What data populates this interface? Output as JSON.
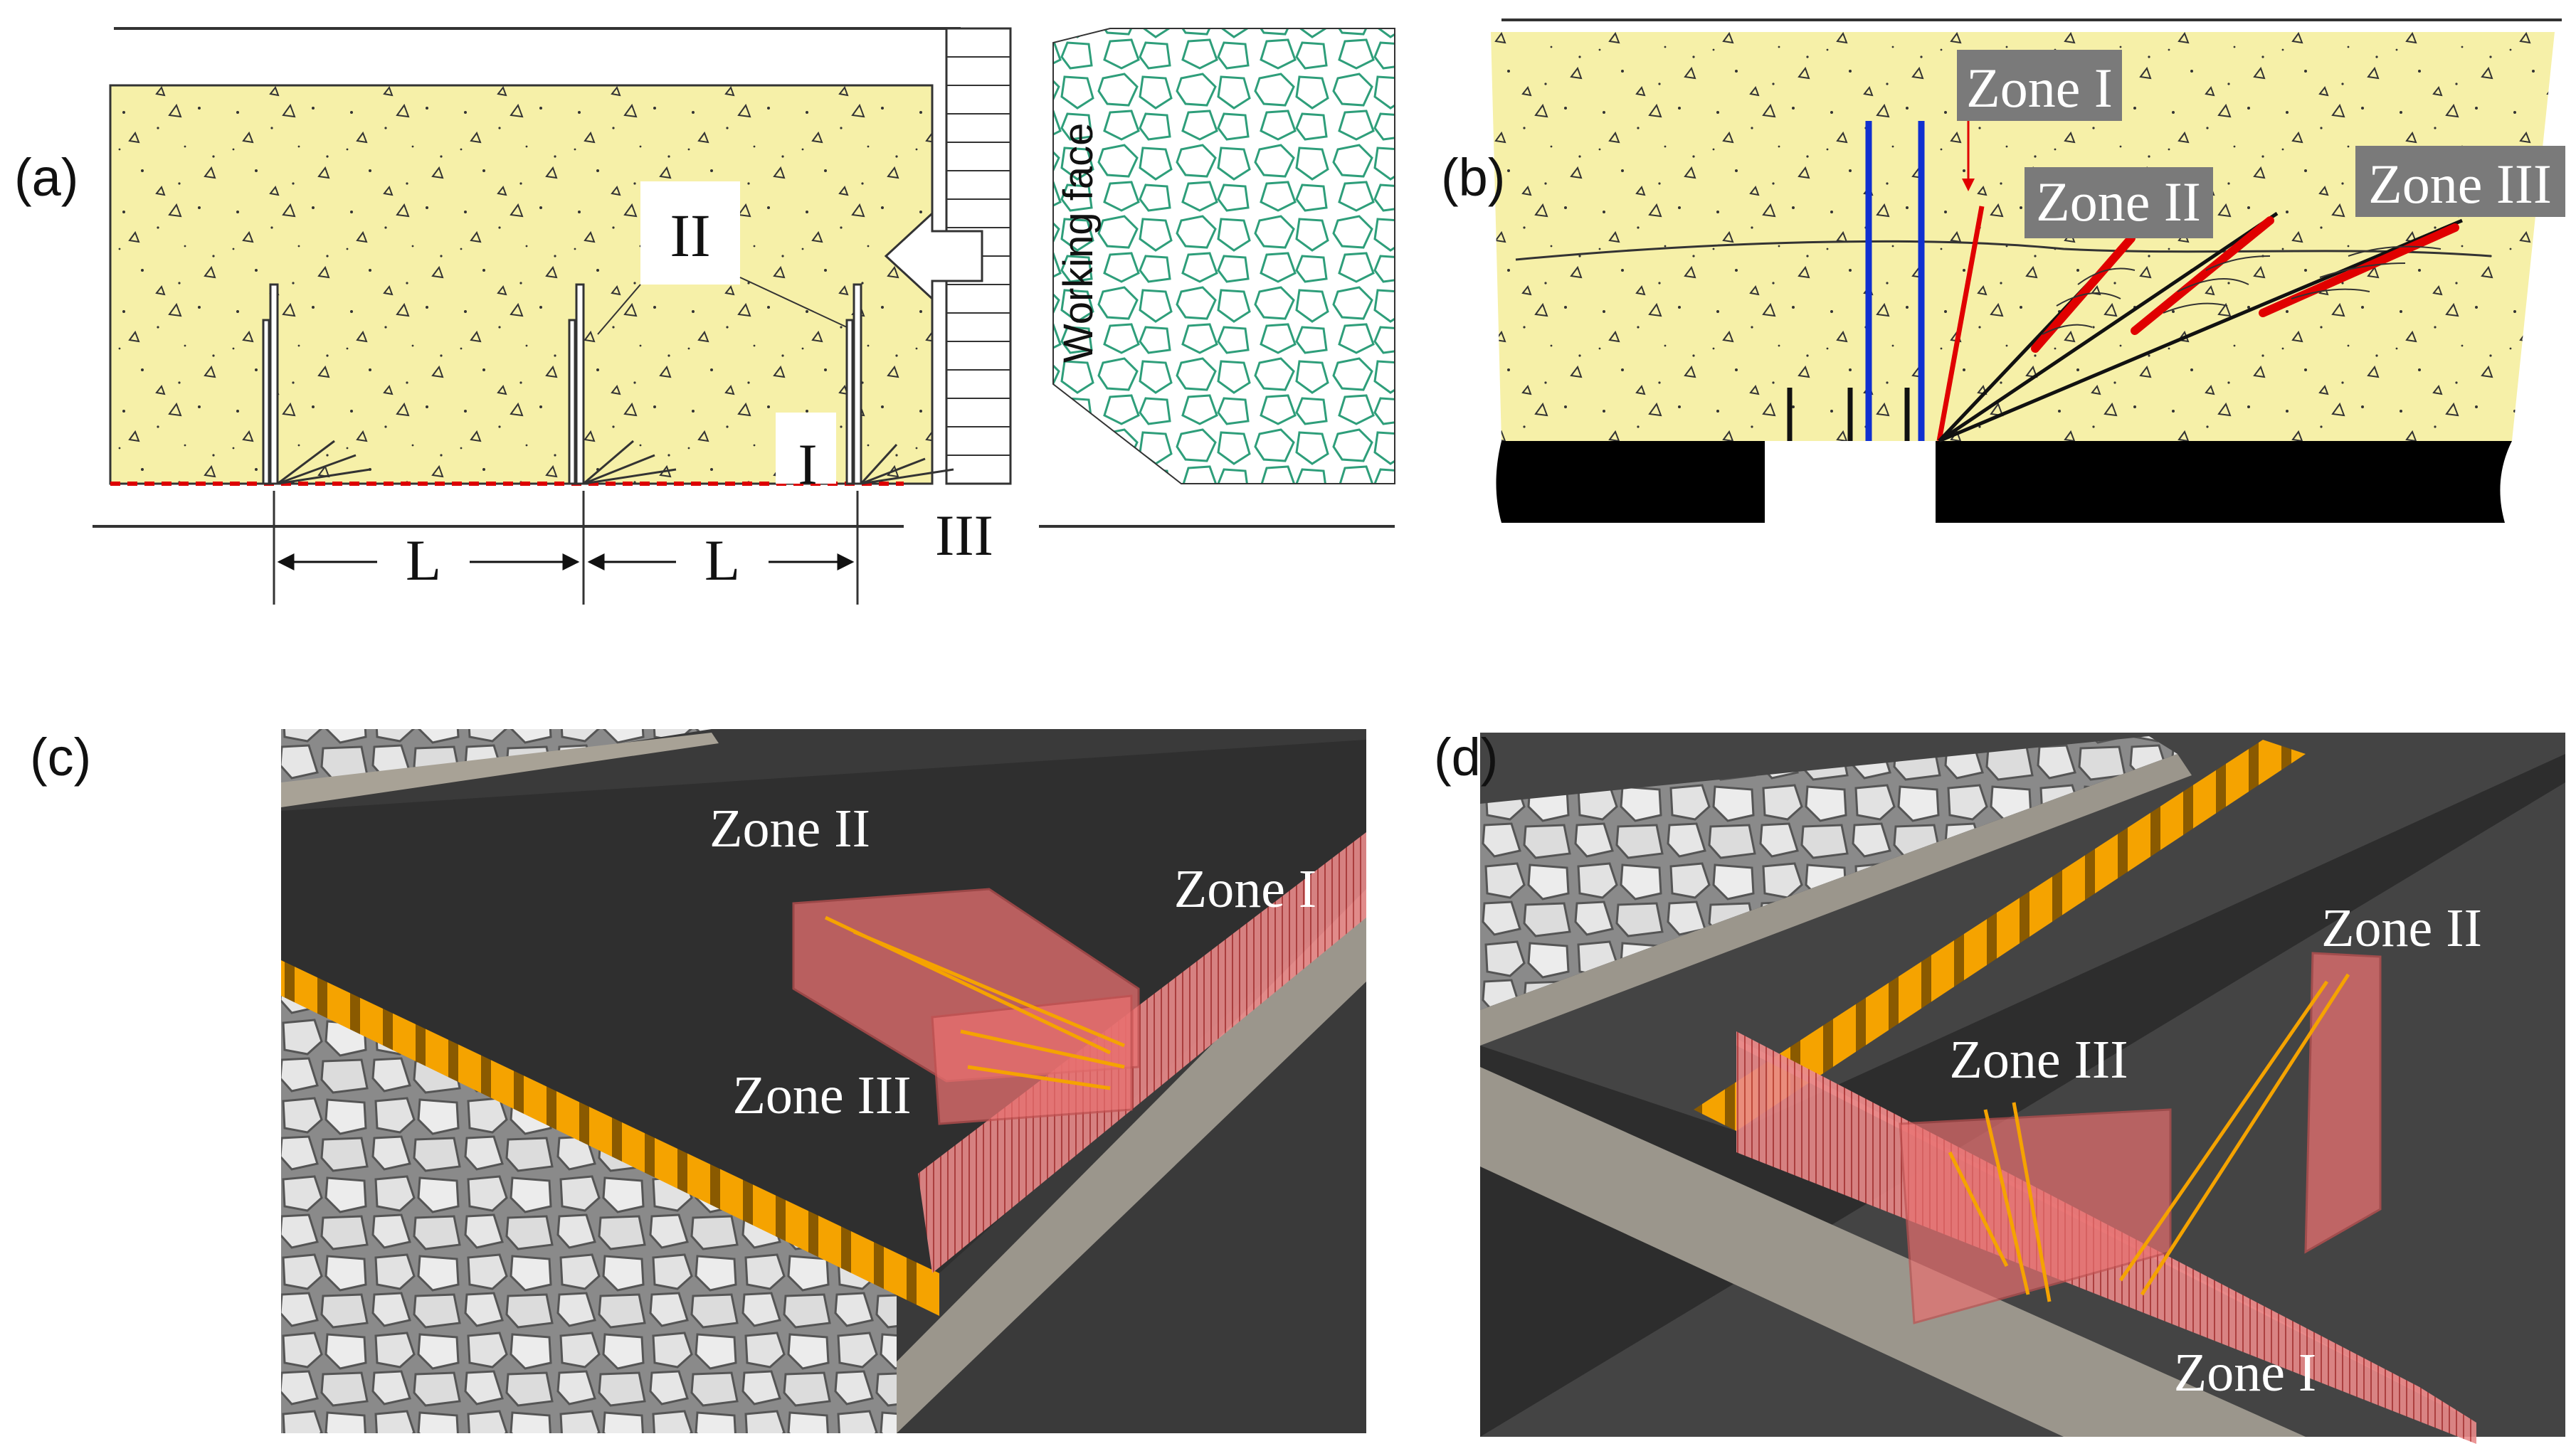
{
  "panels": {
    "a": {
      "label": "(a)",
      "zone_I": "I",
      "zone_II": "II",
      "zone_III": "III",
      "span_label_1": "L",
      "span_label_2": "L",
      "working_face": "Working face"
    },
    "b": {
      "label": "(b)",
      "zone_I": "Zone I",
      "zone_II": "Zone II",
      "zone_III": "Zone III"
    },
    "c": {
      "label": "(c)",
      "zone_I": "Zone I",
      "zone_II": "Zone II",
      "zone_III": "Zone III"
    },
    "d": {
      "label": "(d)",
      "zone_I": "Zone I",
      "zone_II": "Zone II",
      "zone_III": "Zone III"
    }
  },
  "colors": {
    "rock": "#f6f0a8",
    "coal": "#000000",
    "zone_fill": "#e87070",
    "bolt_red": "#e00000",
    "bolt_blue": "#1030d0",
    "support": "#f5a300",
    "goaf_green": "#2e9e7a",
    "label_box": "#7a7a7a",
    "road_dark": "#3a3a3a"
  }
}
